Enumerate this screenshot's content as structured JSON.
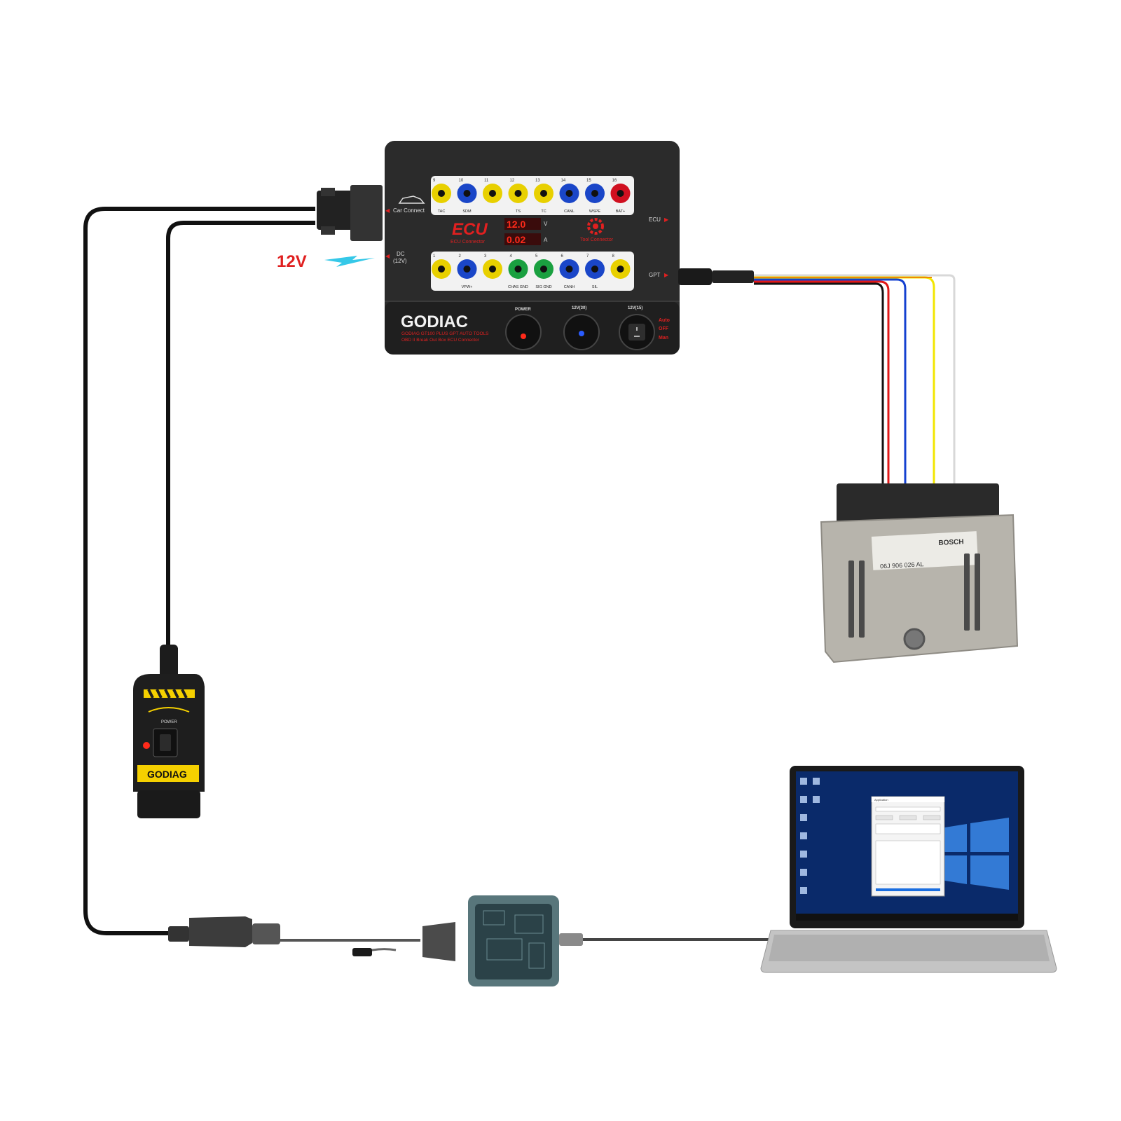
{
  "power_label": "12V",
  "colors": {
    "power_label": "#e02020",
    "accent_red": "#e02020",
    "box_body": "#2b2b2b",
    "panel": "#f2f2f2",
    "wire_black": "#111111",
    "wire_red": "#e01818",
    "wire_blue": "#1440d0",
    "wire_yellow": "#f2e600",
    "wire_white": "#d8d8d8",
    "wire_orange": "#f08a00",
    "led_red": "#ff2a1a",
    "led_blue": "#2a5cff"
  },
  "breakout_box": {
    "brand": "GODIAC",
    "model_line1": "GODIAG GT100 PLUS GPT AUTO TOOLS",
    "model_line2": "OBD II Break Out Box ECU Connector",
    "car_connect": "Car Connect",
    "ecu_title": "ECU",
    "ecu_connector": "ECU Connector",
    "tool_connector": "Tool Connector",
    "right_ecu": "ECU",
    "right_gpt": "GPT",
    "dc_label": "DC",
    "dc_voltage": "(12V)",
    "display_v_value": "12.0",
    "display_a_value": "0.02",
    "unit_v": "V",
    "unit_a": "A",
    "switches": [
      {
        "label": "POWER",
        "icon": "power-switch"
      },
      {
        "label": "12V(30)",
        "icon": "knob"
      },
      {
        "label": "12V(15)",
        "icon": "rocker-switch"
      }
    ],
    "modes": [
      "Auto",
      "OFF",
      "Man"
    ],
    "top_row": [
      {
        "num": "9",
        "label": "TAC",
        "color": "#e8d000"
      },
      {
        "num": "10",
        "label": "SDM",
        "color": "#1a46c8"
      },
      {
        "num": "11",
        "label": "",
        "color": "#e8d000"
      },
      {
        "num": "12",
        "label": "TS",
        "color": "#e8d000"
      },
      {
        "num": "13",
        "label": "TC",
        "color": "#e8d000"
      },
      {
        "num": "14",
        "label": "CANL",
        "color": "#1a46c8"
      },
      {
        "num": "15",
        "label": "WSPE",
        "color": "#1a46c8"
      },
      {
        "num": "16",
        "label": "BAT+",
        "color": "#d01020"
      }
    ],
    "bottom_row": [
      {
        "num": "1",
        "label": "",
        "color": "#e8d000"
      },
      {
        "num": "2",
        "label": "VPW+",
        "color": "#1a46c8"
      },
      {
        "num": "3",
        "label": "",
        "color": "#e8d000"
      },
      {
        "num": "4",
        "label": "CHAS GND",
        "color": "#1aa040"
      },
      {
        "num": "5",
        "label": "SIG GND",
        "color": "#1aa040"
      },
      {
        "num": "6",
        "label": "CANH",
        "color": "#1a46c8"
      },
      {
        "num": "7",
        "label": "SIL",
        "color": "#1a46c8"
      },
      {
        "num": "8",
        "label": "",
        "color": "#e8d000"
      }
    ]
  },
  "ecu_module": {
    "brand": "BOSCH",
    "part_number": "06J 906 026 AL"
  },
  "obd_adapter": {
    "brand": "GODIAG",
    "power_label": "POWER"
  },
  "laptop": {
    "window_title": "Application",
    "status_text": ""
  }
}
